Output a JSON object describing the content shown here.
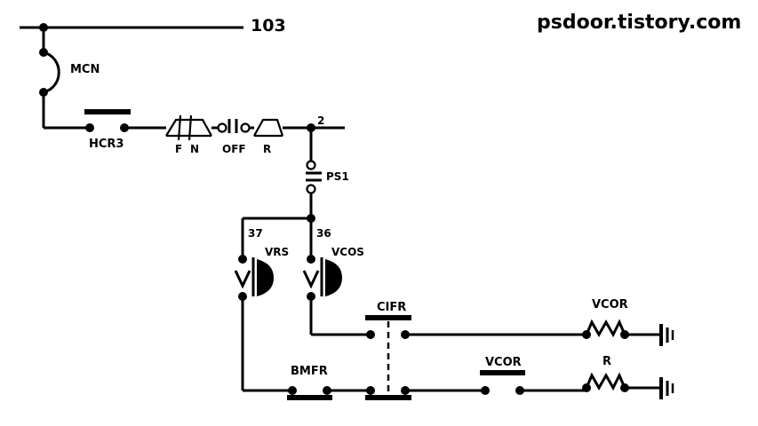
{
  "header": {
    "wire_label": "103",
    "site": "psdoor.tistory.com"
  },
  "labels": {
    "mcn": "MCN",
    "hcr3": "HCR3",
    "f": "F",
    "n": "N",
    "off": "OFF",
    "r_switch": "R",
    "node2": "2",
    "ps1": "PS1",
    "node37": "37",
    "node36": "36",
    "vrs": "VRS",
    "vcos": "VCOS",
    "cifr": "CIFR",
    "vcor_top": "VCOR",
    "bmfr": "BMFR",
    "vcor_contact": "VCOR",
    "r_resistor": "R"
  }
}
